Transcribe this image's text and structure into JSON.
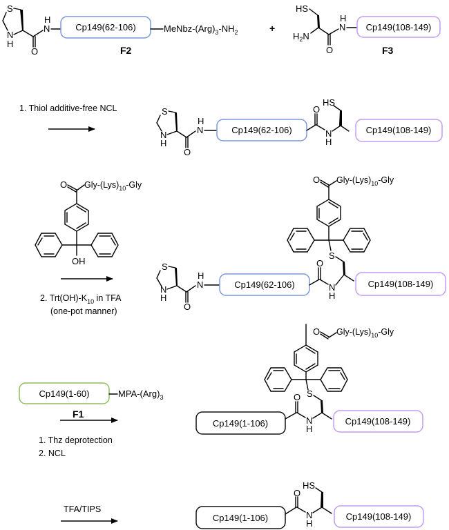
{
  "colors": {
    "blue": "#7b97dd",
    "purple": "#c49cf0",
    "green": "#8fbd5f",
    "black": "#111111"
  },
  "reactants": {
    "f2": {
      "box": "Cp149(62-106)",
      "tail": "MeNbz-(Arg)",
      "tail_sub": "3",
      "tail_end": "-NH",
      "tail_end_sub": "2",
      "name": "F2"
    },
    "plus": "+",
    "f3": {
      "box": "Cp149(108-149)",
      "name": "F3"
    },
    "f1": {
      "box": "Cp149(1-60)",
      "tail": "MPA-(Arg)",
      "tail_sub": "3",
      "name": "F1"
    }
  },
  "atoms": {
    "S": "S",
    "N": "N",
    "H": "H",
    "O": "O",
    "HS": "HS",
    "H2N_H": "H",
    "H2N_2": "2",
    "H2N_N": "N",
    "OH": "OH"
  },
  "trt_reagent": {
    "label": "Gly-(Lys)",
    "sub": "10",
    "end": "-Gly"
  },
  "steps": [
    {
      "id": "step1",
      "text": "1. Thiol additive-free NCL"
    },
    {
      "id": "step2",
      "text_pre": "2. Trt(OH)-K",
      "sub": "10",
      "text_post": " in TFA",
      "line2": "(one-pot manner)"
    },
    {
      "id": "step3",
      "line1": "1. Thz deprotection",
      "line2": "2.  NCL"
    },
    {
      "id": "step4",
      "text": "TFA/TIPS"
    }
  ],
  "products": {
    "p1": {
      "box_a": "Cp149(62-106)",
      "box_b": "Cp149(108-149)"
    },
    "p2": {
      "box_a": "Cp149(62-106)",
      "box_b": "Cp149(108-149)"
    },
    "p3": {
      "box_a": "Cp149(1-106)",
      "box_b": "Cp149(108-149)"
    },
    "p4": {
      "box_a": "Cp149(1-106)",
      "box_b": "Cp149(108-149)"
    }
  }
}
